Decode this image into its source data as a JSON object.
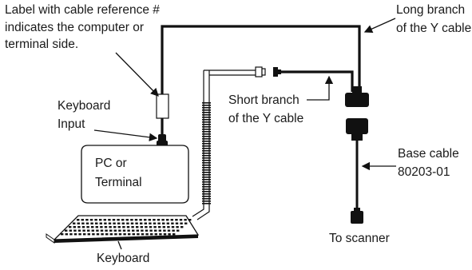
{
  "labels": {
    "cable_ref_line1": "Label with cable reference #",
    "cable_ref_line2": "indicates the computer or",
    "cable_ref_line3": "terminal side.",
    "long_branch_line1": "Long branch",
    "long_branch_line2": "of the Y cable",
    "keyboard_input_line1": "Keyboard",
    "keyboard_input_line2": "Input",
    "short_branch_line1": "Short branch",
    "short_branch_line2": "of the Y cable",
    "pc_line1": "PC or",
    "pc_line2": "Terminal",
    "base_cable_line1": "Base cable",
    "base_cable_line2": "80203-01",
    "to_scanner": "To scanner",
    "keyboard": "Keyboard"
  },
  "colors": {
    "line": "#111111",
    "background": "#ffffff"
  }
}
